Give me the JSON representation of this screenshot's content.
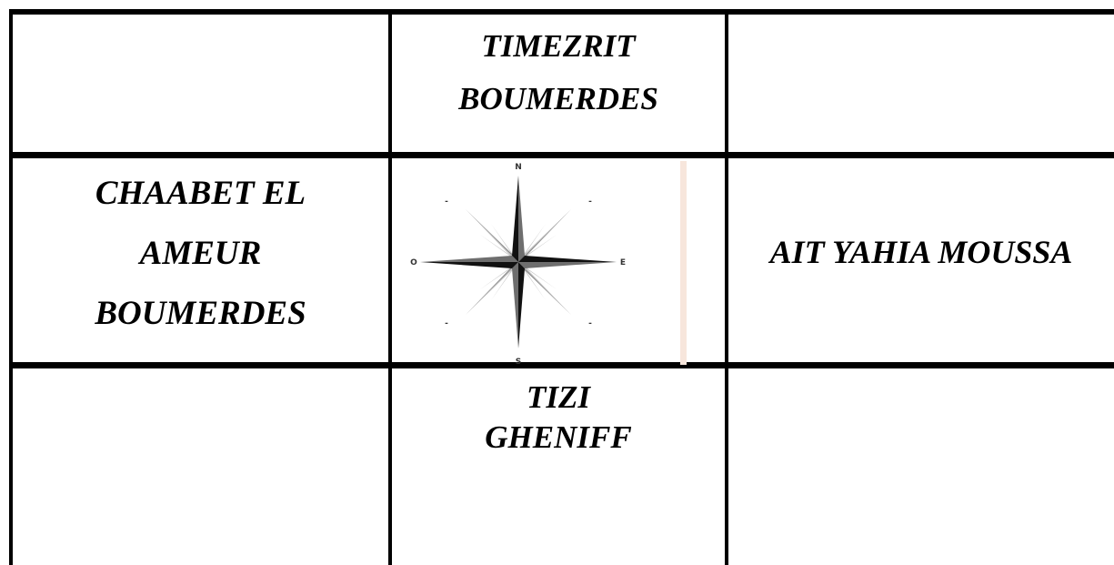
{
  "table": {
    "north": {
      "lines": [
        "TIMEZRIT",
        "BOUMERDES"
      ]
    },
    "west": {
      "lines": [
        "CHAABET EL",
        "AMEUR",
        "BOUMERDES"
      ]
    },
    "east": {
      "lines": [
        "AIT YAHIA MOUSSA"
      ]
    },
    "south": {
      "lines": [
        "TIZI",
        "GHENIFF"
      ]
    }
  },
  "compass": {
    "labels": {
      "n": "N",
      "s": "S",
      "e": "E",
      "w": "O",
      "ne": "-",
      "nw": "-",
      "se": "-",
      "sw": "-"
    }
  },
  "colors": {
    "border": "#000000",
    "text": "#000000",
    "compass_dark": "#111111",
    "compass_light": "#bdbdbd",
    "compass_edge": "#f7e6dc"
  }
}
